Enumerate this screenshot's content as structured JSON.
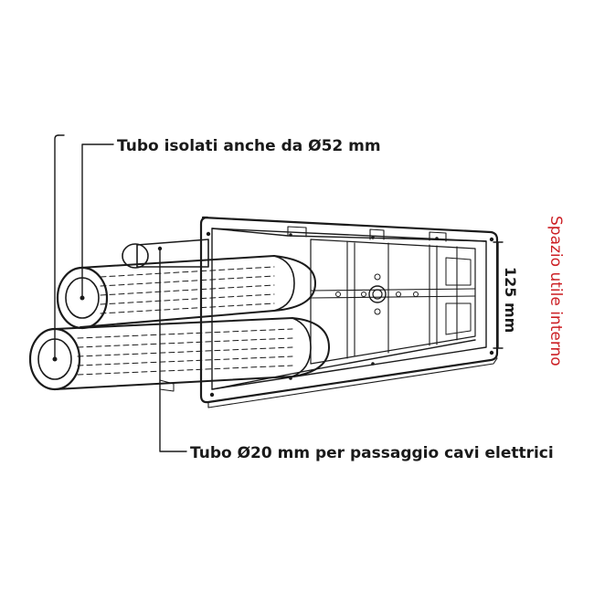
{
  "labels": {
    "insulated_pipe": "Tubo isolati anche da Ø52 mm",
    "conduit": "Tubo Ø20 mm per passaggio cavi elettrici",
    "dimension": "125 mm",
    "inner_space": "Spazio utile interno"
  },
  "colors": {
    "line": "#1a1a1a",
    "accent_text": "#cc1f24",
    "background": "#ffffff"
  }
}
